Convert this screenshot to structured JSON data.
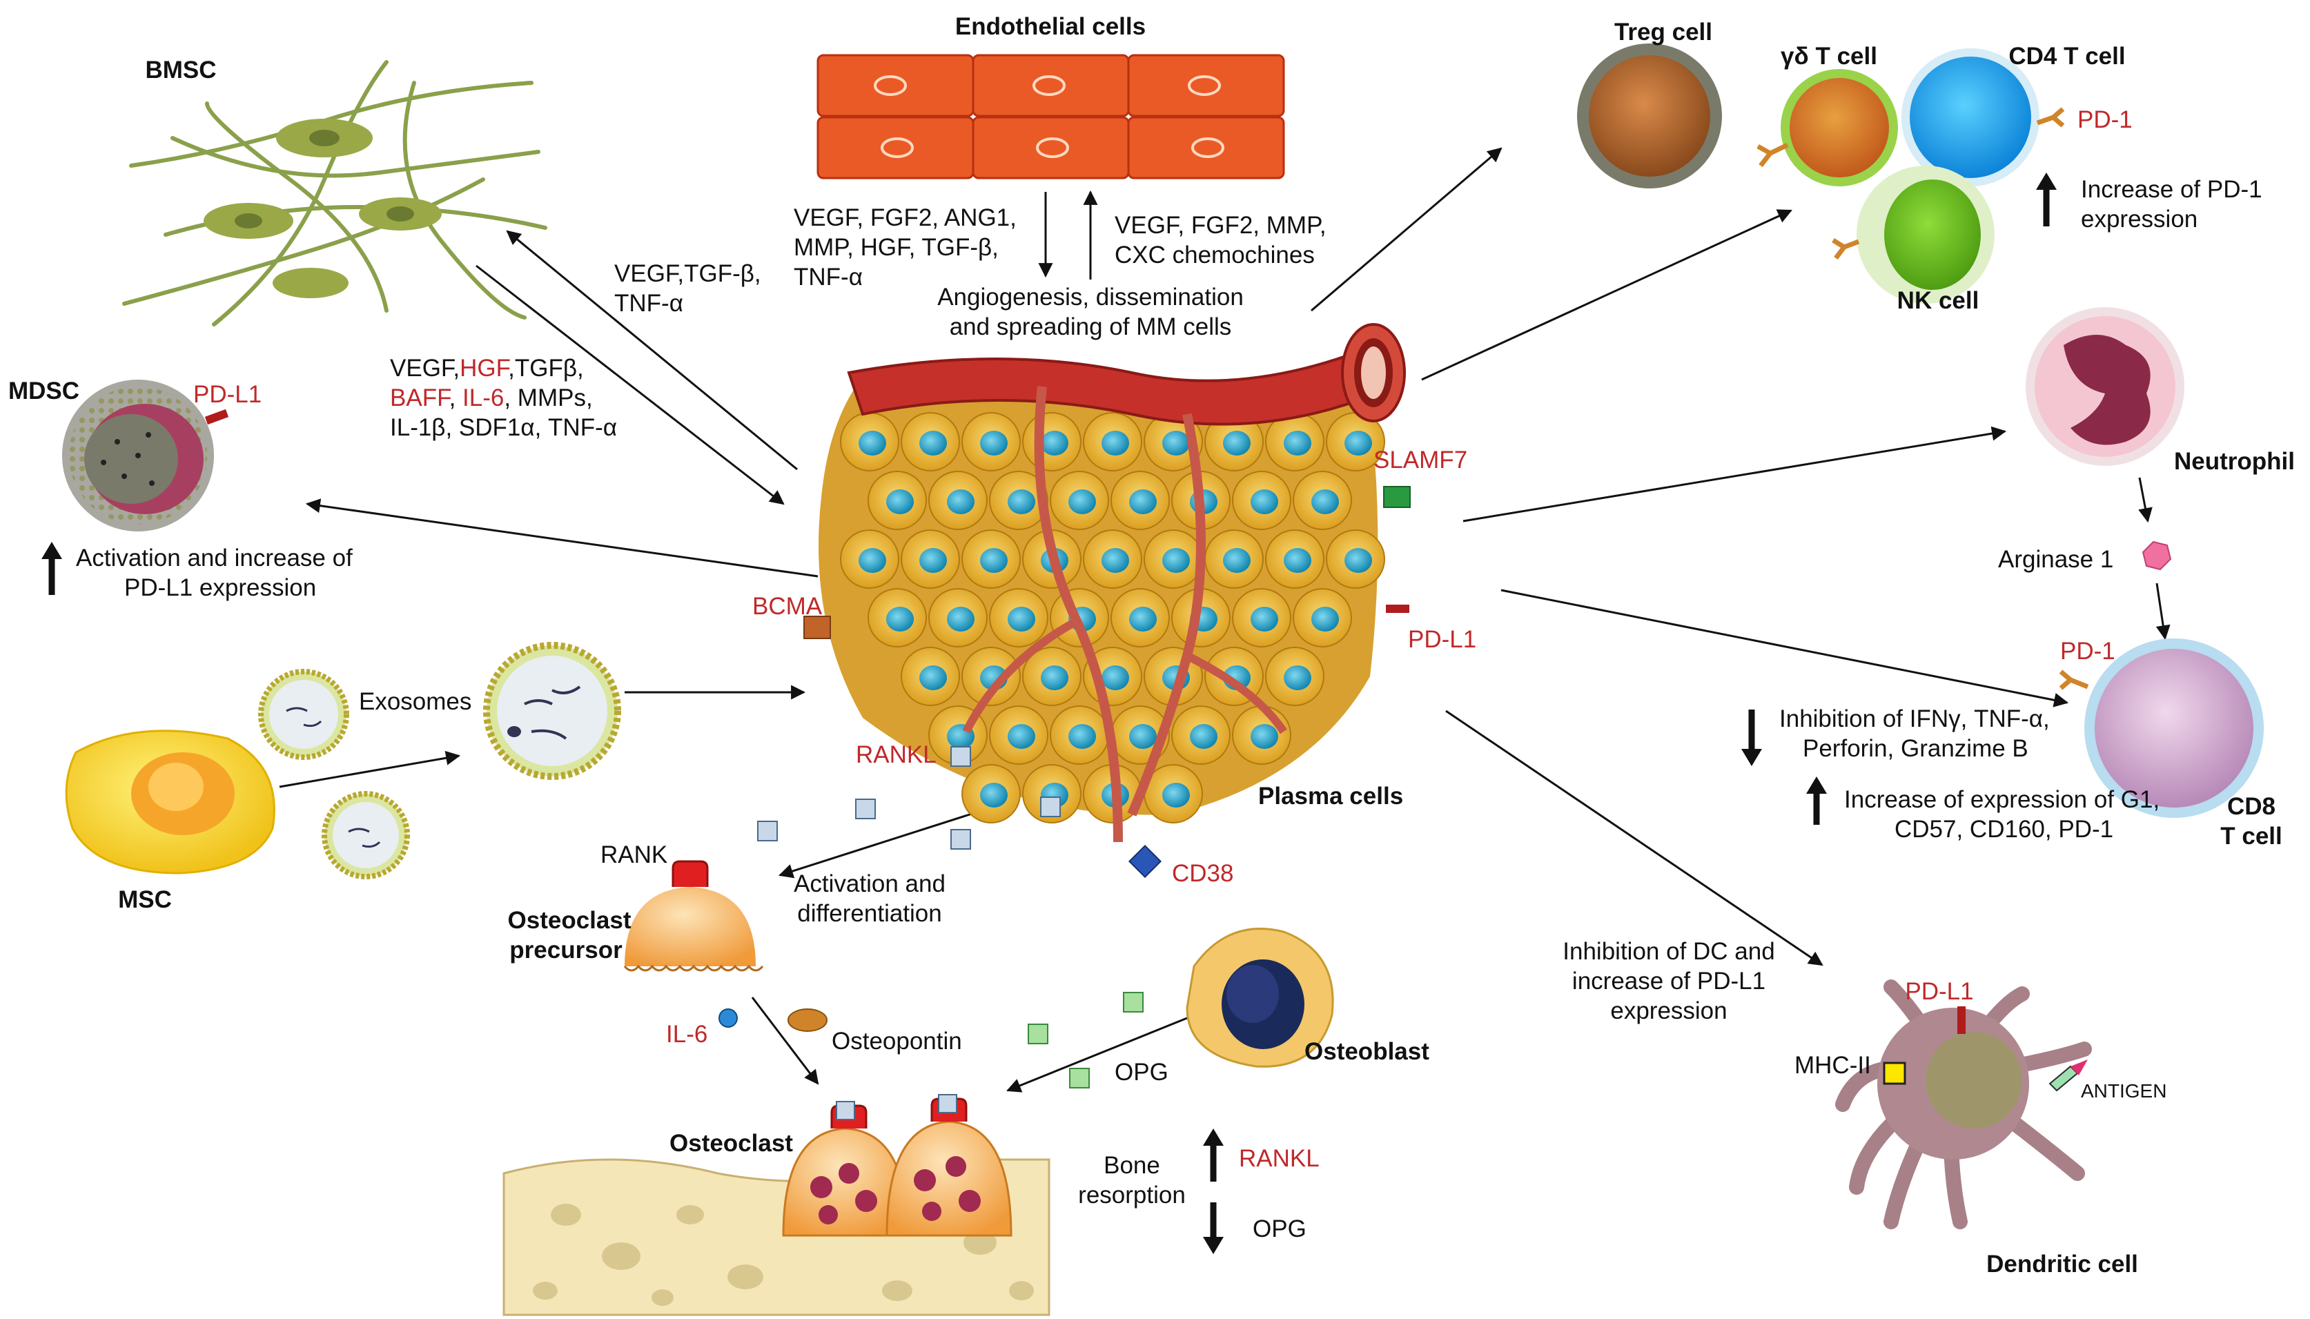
{
  "colors": {
    "red_label": "#c0282a",
    "plasma_cell": "#f2c037",
    "plasma_nucleus": "#1fa7c9",
    "vessel": "#d2443a",
    "endothelial": "#e8562a",
    "osteoclast": "#f3a24c",
    "bone": "#f5e6b8"
  },
  "cells": {
    "endothelial": "Endothelial cells",
    "bmsc": "BMSC",
    "treg": "Treg cell",
    "gd_t": "γδ T cell",
    "cd4_t": "CD4 T cell",
    "nk": "NK cell",
    "mdsc": "MDSC",
    "neutrophil": "Neutrophil",
    "msc": "MSC",
    "plasma": "Plasma cells",
    "cd8_line1": "CD8",
    "cd8_line2": "T cell",
    "osteoclast_precursor_1": "Osteoclast",
    "osteoclast_precursor_2": "precursor",
    "osteoblast": "Osteoblast",
    "osteoclast": "Osteoclast",
    "dendritic": "Dendritic cell"
  },
  "markers": {
    "pd1_cd4": "PD-1",
    "pd1_cd8": "PD-1",
    "pdl1_mdsc": "PD-L1",
    "pdl1_plasma": "PD-L1",
    "pdl1_dc": "PD-L1",
    "slamf7": "SLAMF7",
    "bcma": "BCMA",
    "rankl_plasma": "RANKL",
    "cd38": "CD38",
    "rank": "RANK",
    "il6": "IL-6",
    "osteopontin": "Osteopontin",
    "opg": "OPG",
    "arginase": "Arginase 1",
    "mhc2": "MHC-II",
    "antigen": "ANTIGEN",
    "exosomes": "Exosomes"
  },
  "texts": {
    "endo_down": [
      "VEGF, FGF2, ANG1,",
      "MMP, HGF, TGF-β,",
      "TNF-α"
    ],
    "endo_up": [
      "VEGF, FGF2, MMP,",
      "CXC chemochines"
    ],
    "angiogenesis": [
      "Angiogenesis, dissemination",
      "and spreading of MM cells"
    ],
    "bmsc_out": [
      "VEGF,TGF-β,",
      "TNF-α"
    ],
    "bmsc_in_l1": [
      "VEGF,",
      "HGF",
      ",TGFβ,"
    ],
    "bmsc_in_l2": [
      "BAFF",
      ", ",
      "IL-6",
      ", MMPs,"
    ],
    "bmsc_in_l3": "IL-1β, SDF1α, TNF-α",
    "pd1_increase": [
      "Increase of PD-1",
      "expression"
    ],
    "mdsc_activation": [
      "Activation and increase of",
      "PD-L1 expression"
    ],
    "cd8_inhibition": [
      "Inhibition of IFNγ, TNF-α,",
      "Perforin, Granzime B"
    ],
    "cd8_increase": [
      "Increase of expression of G1,",
      "CD57, CD160, PD-1"
    ],
    "activation_diff": [
      "Activation and",
      "differentiation"
    ],
    "dc_inhibition": [
      "Inhibition of DC and",
      "increase of PD-L1",
      "expression"
    ],
    "bone_resorption": [
      "Bone",
      "resorption"
    ],
    "rankl_up": "RANKL",
    "opg_down": "OPG"
  }
}
